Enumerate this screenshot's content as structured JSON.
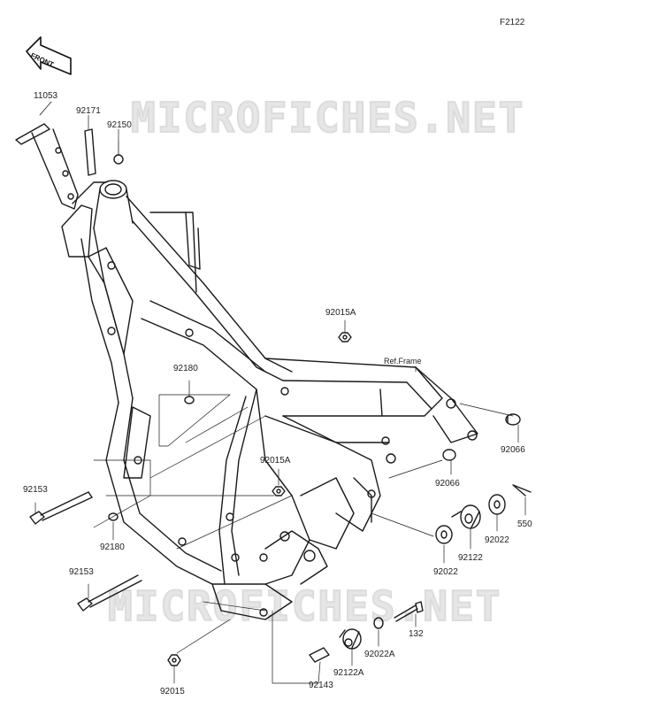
{
  "figure_code": "F2122",
  "front_label": "FRONT",
  "watermark": "MICROFICHES.NET",
  "ref_frame": "Ref.Frame",
  "parts": {
    "p11053": "11053",
    "p92171": "92171",
    "p92150": "92150",
    "p92015A_top": "92015A",
    "p92180_top": "92180",
    "p92066_right": "92066",
    "p92066_mid": "92066",
    "p92015A_mid": "92015A",
    "p92153_top": "92153",
    "p92180_bot": "92180",
    "p550": "550",
    "p92022_right": "92022",
    "p92122": "92122",
    "p92022_mid": "92022",
    "p92153_bot": "92153",
    "p132": "132",
    "p92022A": "92022A",
    "p92122A": "92122A",
    "p92143": "92143",
    "p92015": "92015"
  }
}
